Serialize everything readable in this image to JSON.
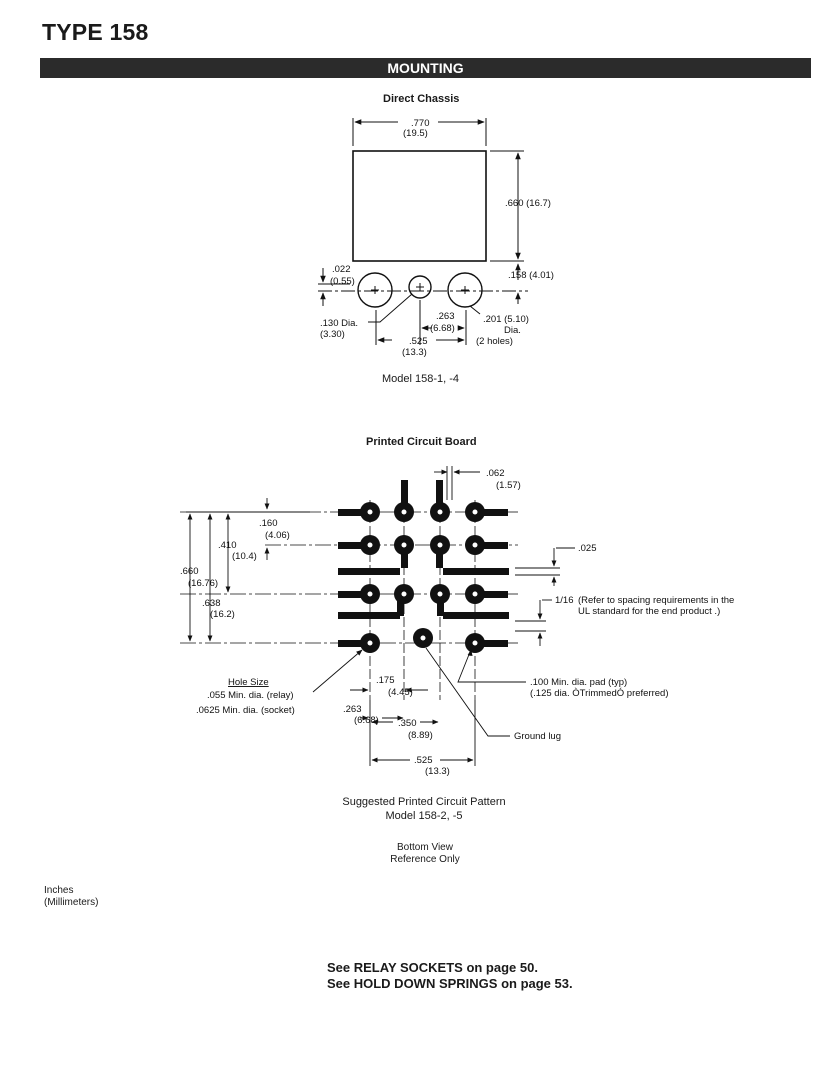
{
  "page": {
    "title": "TYPE 158",
    "section_banner": "MOUNTING",
    "units_line1": "Inches",
    "units_line2": "(Millimeters)",
    "see_sockets": "See RELAY SOCKETS on page 50.",
    "see_springs": "See HOLD DOWN SPRINGS on page 53."
  },
  "direct_chassis": {
    "heading": "Direct Chassis",
    "caption": "Model 158-1, -4",
    "labels": {
      "width_in": ".770",
      "width_mm": "(19.5)",
      "height": ".660 (16.7)",
      "top_in": ".022",
      "top_mm": "(0.55)",
      "lug_height": ".158 (4.01)",
      "small_hole_in": ".130 Dia.",
      "small_hole_mm": "(3.30)",
      "mid_in": ".263",
      "mid_mm": "(6.68)",
      "span_in": ".525",
      "span_mm": "(13.3)",
      "big_hole_in": ".201 (5.10)",
      "big_hole_dia": "Dia.",
      "big_hole_count": "(2 holes)"
    }
  },
  "pcb": {
    "heading": "Printed Circuit Board",
    "caption_line1": "Suggested Printed Circuit Pattern",
    "caption_line2": "Model 158-2, -5",
    "view_line1": "Bottom View",
    "view_line2": "Reference Only",
    "labels": {
      "d062_in": ".062",
      "d062_mm": "(1.57)",
      "d160_in": ".160",
      "d160_mm": "(4.06)",
      "d410_in": ".410",
      "d410_mm": "(10.4)",
      "d660_in": ".660",
      "d660_mm": "(16.76)",
      "d638_in": ".638",
      "d638_mm": "(16.2)",
      "d025": ".025",
      "d116": "1/16",
      "spacing_note1": "(Refer to spacing requirements in the",
      "spacing_note2": "UL standard for the end product .)",
      "hole_size": "Hole Size",
      "hole_relay": ".055 Min. dia. (relay)",
      "hole_socket": ".0625 Min. dia. (socket)",
      "d175_in": ".175",
      "d175_mm": "(4.45)",
      "pad1": ".100 Min. dia. pad (typ)",
      "pad2": "(.125 dia. ÒTrimmedÓ preferred)",
      "d263_in": ".263",
      "d263_mm": "(6.68)",
      "d350_in": ".350",
      "d350_mm": "(8.89)",
      "ground_lug": "Ground lug",
      "d525_in": ".525",
      "d525_mm": "(13.3)"
    }
  }
}
